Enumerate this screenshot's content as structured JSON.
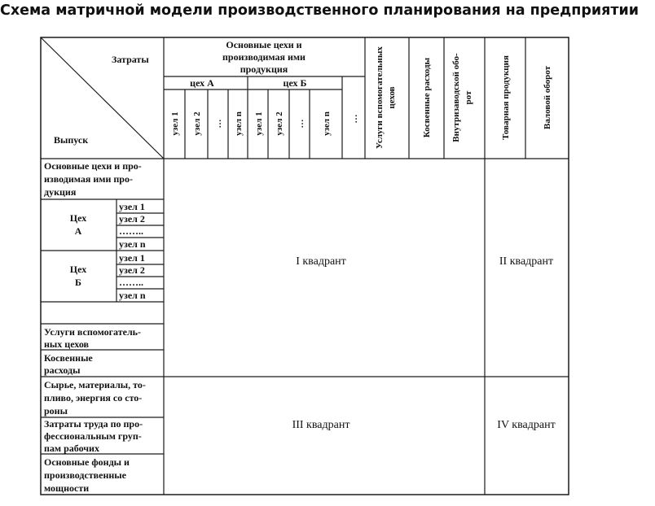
{
  "title": "Схема матричной модели производственного планирования на предприятии",
  "corner": {
    "top_label": "Затраты",
    "bottom_label": "Выпуск"
  },
  "columns": {
    "main_group": [
      "Основные цехи и",
      "производимая ими",
      "продукция"
    ],
    "shop_a": "цех А",
    "shop_b": "цех Б",
    "shop_a_nodes": [
      "узел 1",
      "узел 2",
      "…",
      "узел n"
    ],
    "shop_b_nodes": [
      "узел 1",
      "узел 2",
      "…",
      "узел n"
    ],
    "more": "…",
    "aux_services": [
      "Услуги вспомогательных",
      "цехов"
    ],
    "indirect": "Косвенные расходы",
    "intra_turnover": [
      "Внутризаводской обо-",
      "рот"
    ],
    "commodity_output": "Товарная продукция",
    "gross_turnover": "Валовой оборот"
  },
  "rows": {
    "main_group": [
      "Основные цехи и про-",
      "изводимая ими про-",
      "дукция"
    ],
    "shop_a": [
      "Цех",
      "А"
    ],
    "shop_a_nodes": [
      "узел 1",
      "узел 2",
      "……..",
      "узел n"
    ],
    "shop_b": [
      "Цех",
      "Б"
    ],
    "shop_b_nodes": [
      "узел 1",
      "узел 2",
      "……..",
      "узел n"
    ],
    "aux_services": [
      "Услуги вспомогатель-",
      "ных цехов"
    ],
    "indirect": [
      "Косвенные",
      "расходы"
    ],
    "raw_materials": [
      "Сырье, материалы, то-",
      "пливо, энергия со сто-",
      "роны"
    ],
    "labor": [
      "Затраты труда по про-",
      "фессиональным груп-",
      "пам рабочих"
    ],
    "fixed_assets": [
      "Основные фонды и",
      "производственные",
      "мощности"
    ]
  },
  "quadrants": {
    "q1": "I квадрант",
    "q2": "II квадрант",
    "q3": "III квадрант",
    "q4": "IV квадрант"
  }
}
